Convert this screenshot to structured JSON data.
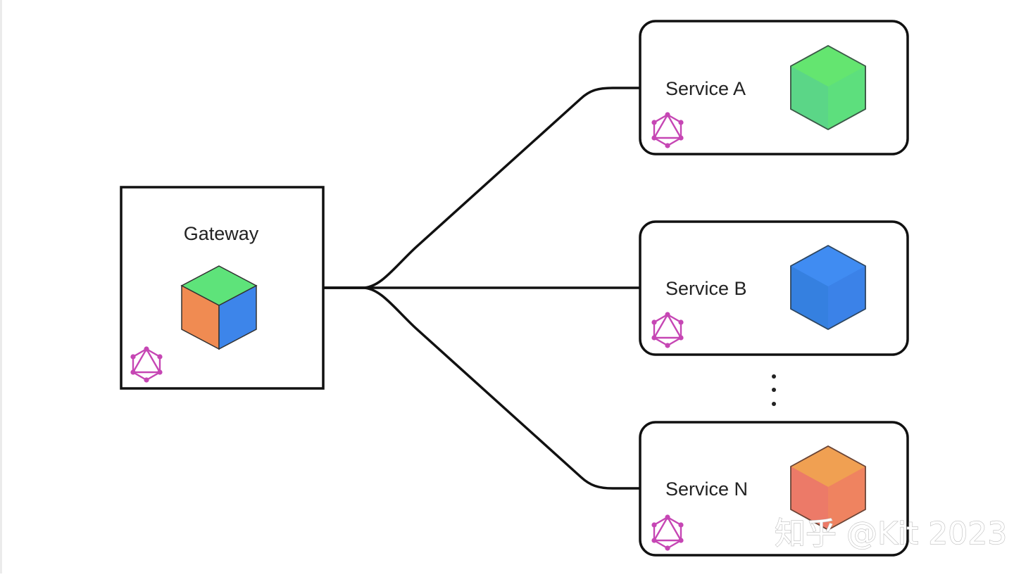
{
  "gateway": {
    "label": "Gateway",
    "cube_icon": "multicolor-cube-icon",
    "graph_icon": "graphql-icon"
  },
  "services": [
    {
      "label": "Service A",
      "cube_color": "#5fdc7c",
      "cube_icon": "green-cube-icon",
      "graph_icon": "graphql-icon"
    },
    {
      "label": "Service B",
      "cube_color": "#3b82e8",
      "cube_icon": "blue-cube-icon",
      "graph_icon": "graphql-icon"
    },
    {
      "label": "Service N",
      "cube_color": "#ef8360",
      "cube_icon": "orange-cube-icon",
      "graph_icon": "graphql-icon"
    }
  ],
  "ellipsis": "⋮",
  "watermark": "知乎 @Kit 2023",
  "colors": {
    "line": "#111111",
    "graphql": "#c646b4",
    "cube_green_top": "#5ee37a",
    "cube_orange_left": "#f08b52",
    "cube_blue_right": "#3d85ea"
  }
}
